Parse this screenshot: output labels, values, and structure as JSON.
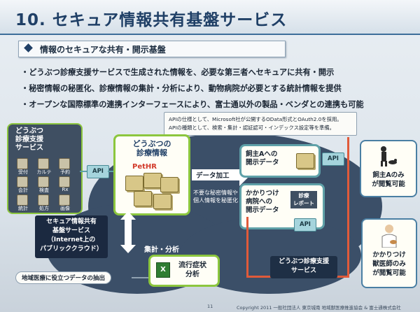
{
  "title": "10. セキュア情報共有基盤サービス",
  "subheader": "情報のセキュアな共有・開示基盤",
  "bullets": [
    "・どうぶつ診療支援サービスで生成された情報を、必要な第三者へセキュアに共有・開示",
    "・秘密情報の秘匿化、診療情報の集計・分析により、動物病院が必要とする統計情報を提供",
    "・オープンな国際標準の連携インターフェースにより、富士通以外の製品・ベンダとの連携も可能"
  ],
  "note": {
    "line1": "APIの仕様として、Microsoft社が公開するOData形式とOAuth2.0を採用。",
    "line2": "APIの種類として、検索・集計・認証認可・インデックス設定等を準備。"
  },
  "left_service": {
    "title_l1": "どうぶつ",
    "title_l2": "診療支援",
    "title_l3": "サービス",
    "icon_labels": [
      "受付",
      "カルテ",
      "予約",
      "会計",
      "検査",
      "Rx",
      "統計",
      "処方",
      "画像"
    ]
  },
  "api_label": "API",
  "center": {
    "title_l1": "どうぶつの",
    "title_l2": "診療情報",
    "pethr": "PetHR"
  },
  "data_process": "データ加工",
  "anonymize_l1": "不要な秘密情報や",
  "anonymize_l2": "個人情報を秘匿化",
  "owner_disclosure": {
    "l1": "飼主Aへの",
    "l2": "開示データ"
  },
  "vet_disclosure": {
    "l1": "かかりつけ",
    "l2": "病院への",
    "l3": "開示データ",
    "report_l1": "診療",
    "report_l2": "レポート"
  },
  "cloud_label": {
    "l1": "セキュア情報共有",
    "l2": "基盤サービス",
    "l3": "（Internet上の",
    "l4": "パブリッククラウド）"
  },
  "aggregate": "集計・分析",
  "epidemic": {
    "l1": "流行症状",
    "l2": "分析"
  },
  "regional": "地域医療に役立つデータの抽出",
  "bottom_service": {
    "l1": "どうぶつ診療支援",
    "l2": "サービス"
  },
  "owner_only": {
    "l1": "飼主Aのみ",
    "l2": "が閲覧可能"
  },
  "vet_only": {
    "l1": "かかりつけ",
    "l2": "獣医師のみ",
    "l3": "が閲覧可能"
  },
  "page_number": "11",
  "copyright": "Copyright 2011 一般社団法人 東京城南 地域獣医療推進協会 & 富士通株式会社"
}
